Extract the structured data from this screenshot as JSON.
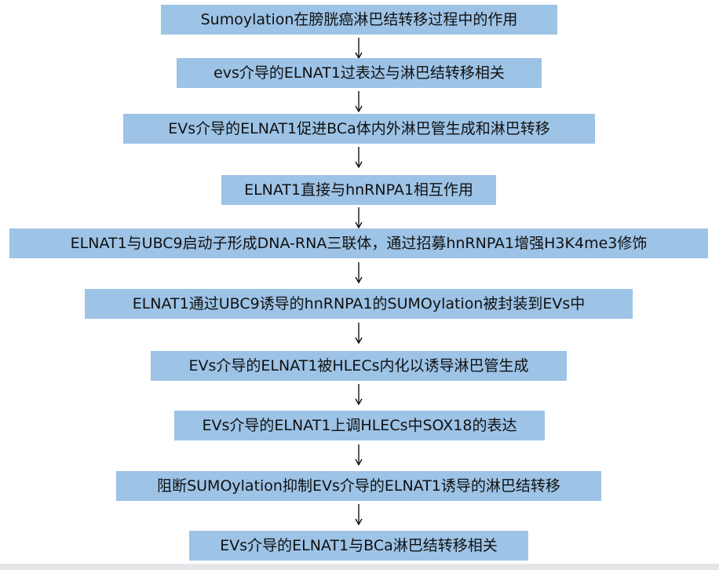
{
  "steps": [
    {
      "label": "Sumoylation在膀胱癌淋巴结转移过程中的作用"
    },
    {
      "label": "evs介导的ELNAT1过表达与淋巴结转移相关"
    },
    {
      "label": "EVs介导的ELNAT1促进BCa体内外淋巴管生成和淋巴转移"
    },
    {
      "label": "ELNAT1直接与hnRNPA1相互作用"
    },
    {
      "label": "ELNAT1与UBC9启动子形成DNA-RNA三联体，通过招募hnRNPA1增强H3K4me3修饰"
    },
    {
      "label": "ELNAT1通过UBC9诱导的hnRNPA1的SUMOylation被封装到EVs中"
    },
    {
      "label": "EVs介导的ELNAT1被HLECs内化以诱导淋巴管生成"
    },
    {
      "label": "EVs介导的ELNAT1上调HLECs中SOX18的表达"
    },
    {
      "label": "阻断SUMOylation抑制EVs介导的ELNAT1诱导的淋巴结转移"
    },
    {
      "label": "EVs介导的ELNAT1与BCa淋巴结转移相关"
    }
  ],
  "colors": {
    "box_fill": "#9dc3e6",
    "arrow": "#000000"
  },
  "icons": {
    "connector": "arrow-down-icon"
  }
}
